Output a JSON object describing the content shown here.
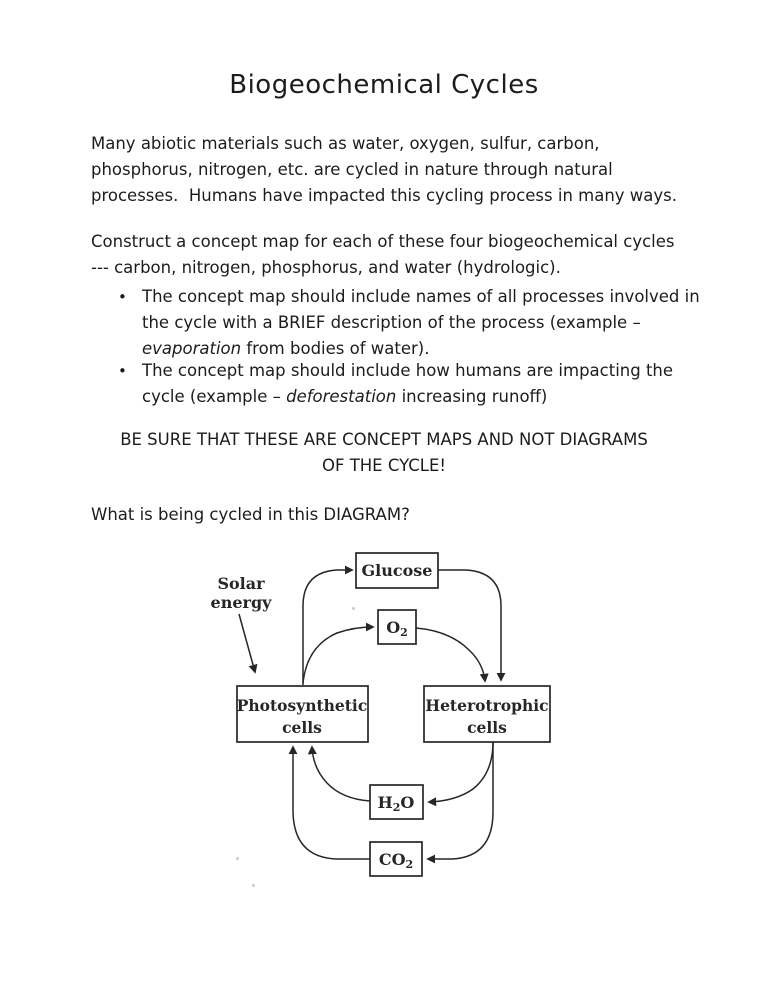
{
  "page": {
    "title": "Biogeochemical Cycles",
    "bullet_char": "•",
    "intro": {
      "lines": [
        "Many abiotic materials such as water, oxygen, sulfur, carbon,",
        "phosphorus, nitrogen, etc. are cycled in nature through natural",
        "processes.  Humans have impacted this cycling process in many ways."
      ]
    },
    "task": {
      "lines": [
        "Construct a concept map for each of these four biogeochemical cycles",
        "--- carbon, nitrogen, phosphorus, and water (hydrologic)."
      ]
    },
    "bullet1": {
      "line1": "The concept map should include names of all processes involved in",
      "line2": "the cycle with a BRIEF description of the process (example –",
      "line3_italic": "evaporation",
      "line3_rest": " from bodies of water)."
    },
    "bullet2": {
      "line1": "The concept map should include how humans are impacting the",
      "line2_pre": "cycle (example – ",
      "line2_italic": "deforestation",
      "line2_post": " increasing runoff)"
    },
    "notice": {
      "lines": [
        "BE SURE THAT THESE ARE CONCEPT MAPS AND NOT DIAGRAMS",
        "OF THE CYCLE!"
      ]
    },
    "question": "What is being cycled in this DIAGRAM?"
  },
  "diagram": {
    "solar": {
      "line1": "Solar",
      "line2": "energy"
    },
    "boxes": {
      "glucose": "Glucose",
      "o2": {
        "base": "O",
        "sub": "2"
      },
      "photosynthetic": {
        "line1": "Photosynthetic",
        "line2": "cells"
      },
      "heterotrophic": {
        "line1": "Heterotrophic",
        "line2": "cells"
      },
      "h2o": {
        "base1": "H",
        "sub": "2",
        "base2": "O"
      },
      "co2": {
        "base": "CO",
        "sub": "2"
      }
    }
  },
  "colors": {
    "ink": "#1c1c1c",
    "diagram_ink": "#262626",
    "paper": "#ffffff"
  }
}
